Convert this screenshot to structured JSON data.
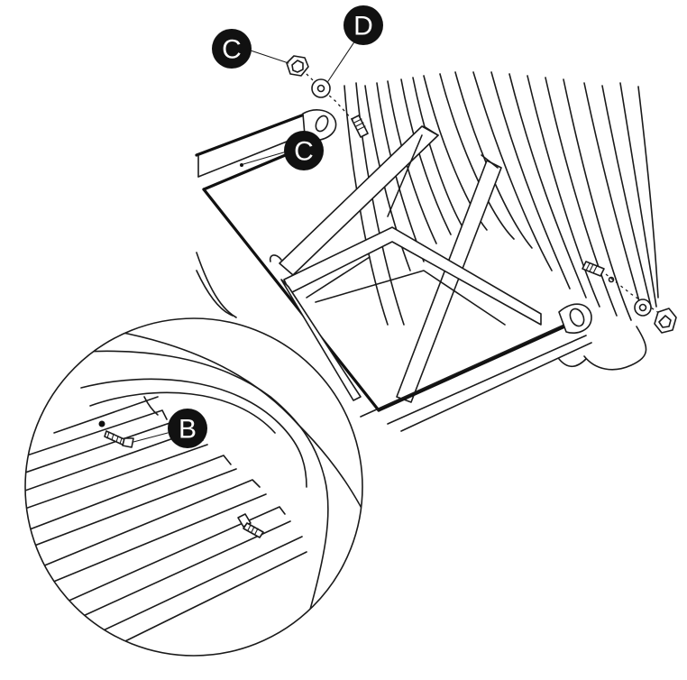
{
  "callouts": {
    "nut_top": "C",
    "washer_top": "D",
    "hole_left": "C",
    "screw_detail": "B"
  },
  "colors": {
    "ink": "#111111",
    "paper": "#ffffff"
  }
}
